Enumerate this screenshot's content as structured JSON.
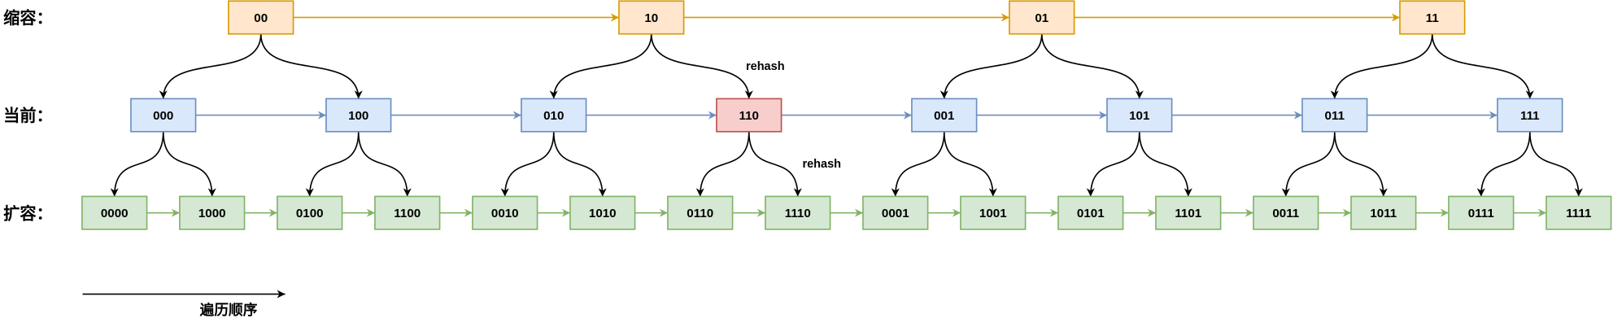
{
  "row_labels": {
    "shrink": "缩容：",
    "current": "当前：",
    "expand": "扩容："
  },
  "shrink_nodes": [
    "00",
    "10",
    "01",
    "11"
  ],
  "current_nodes": [
    "000",
    "100",
    "010",
    "110",
    "001",
    "101",
    "011",
    "111"
  ],
  "expand_nodes": [
    "0000",
    "1000",
    "0100",
    "1100",
    "0010",
    "1010",
    "0110",
    "1110",
    "0001",
    "1001",
    "0101",
    "1101",
    "0011",
    "1011",
    "0111",
    "1111"
  ],
  "highlighted_current_index": 3,
  "rehash_annotations": [
    "rehash",
    "rehash"
  ],
  "traversal_label": "遍历顺序",
  "colors": {
    "shrink_fill": "#ffe6cc",
    "shrink_stroke": "#d79b00",
    "current_fill": "#dae8fc",
    "current_stroke": "#6c8ebf",
    "highlight_fill": "#f8cecc",
    "highlight_stroke": "#b85450",
    "expand_fill": "#d5e8d4",
    "expand_stroke": "#82b366",
    "edge": "#000000"
  }
}
